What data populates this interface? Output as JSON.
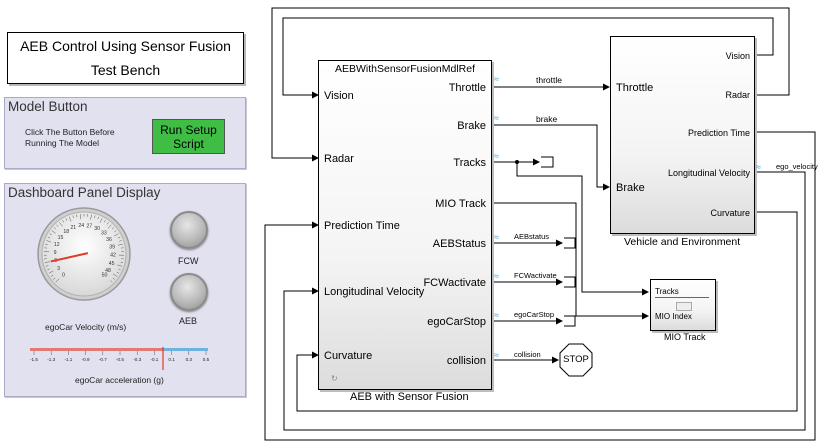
{
  "title": {
    "line1": "AEB Control Using Sensor Fusion",
    "line2": "Test Bench"
  },
  "model_button_panel": {
    "title": "Model Button",
    "instruction_line1": "Click The Button Before",
    "instruction_line2": "Running The Model",
    "button_line1": "Run Setup",
    "button_line2": "Script"
  },
  "dashboard": {
    "title": "Dashboard Panel Display",
    "gauge_ticks": [
      "0",
      "3",
      "6",
      "9",
      "12",
      "15",
      "18",
      "21",
      "24",
      "27",
      "30",
      "33",
      "36",
      "39",
      "42",
      "45",
      "48",
      "50"
    ],
    "gauge_label": "egoCar Velocity (m/s)",
    "gauge_value": 6,
    "lamp_fcw": "FCW",
    "lamp_aeb": "AEB",
    "accel_ticks": [
      "-1.5",
      "-1.3",
      "-1.1",
      "-0.9",
      "-0.7",
      "-0.5",
      "-0.3",
      "-0.1",
      "0.1",
      "0.3",
      "0.5"
    ],
    "accel_label": "egoCar acceleration (g)",
    "accel_value": 0
  },
  "aeb_block": {
    "ref_name": "AEBWithSensorFusionMdlRef",
    "caption": "AEB with Sensor Fusion",
    "inputs": [
      "Vision",
      "Radar",
      "Prediction Time",
      "Longitudinal Velocity",
      "Curvature"
    ],
    "outputs": [
      "Throttle",
      "Brake",
      "Tracks",
      "MIO Track",
      "AEBStatus",
      "FCWactivate",
      "egoCarStop",
      "collision"
    ]
  },
  "vehicle_block": {
    "caption": "Vehicle and Environment",
    "inputs": [
      "Throttle",
      "Brake"
    ],
    "outputs": [
      "Vision",
      "Radar",
      "Prediction Time",
      "Longitudinal Velocity",
      "Curvature"
    ]
  },
  "mio_block": {
    "caption": "MIO Track",
    "port_tracks": "Tracks",
    "port_mio": "MIO Index"
  },
  "signals": {
    "throttle": "throttle",
    "brake": "brake",
    "aeb_status": "AEBstatus",
    "fcw_activate": "FCWactivate",
    "ego_car_stop": "egoCarStop",
    "collision": "collision",
    "ego_velocity": "ego_velocity"
  },
  "stop_block": "STOP",
  "colors": {
    "run_button": "#3fbd45",
    "panel_bg": "#e2e1f0",
    "needle": "#e03a2a",
    "wifi": "#4aa3d8"
  }
}
